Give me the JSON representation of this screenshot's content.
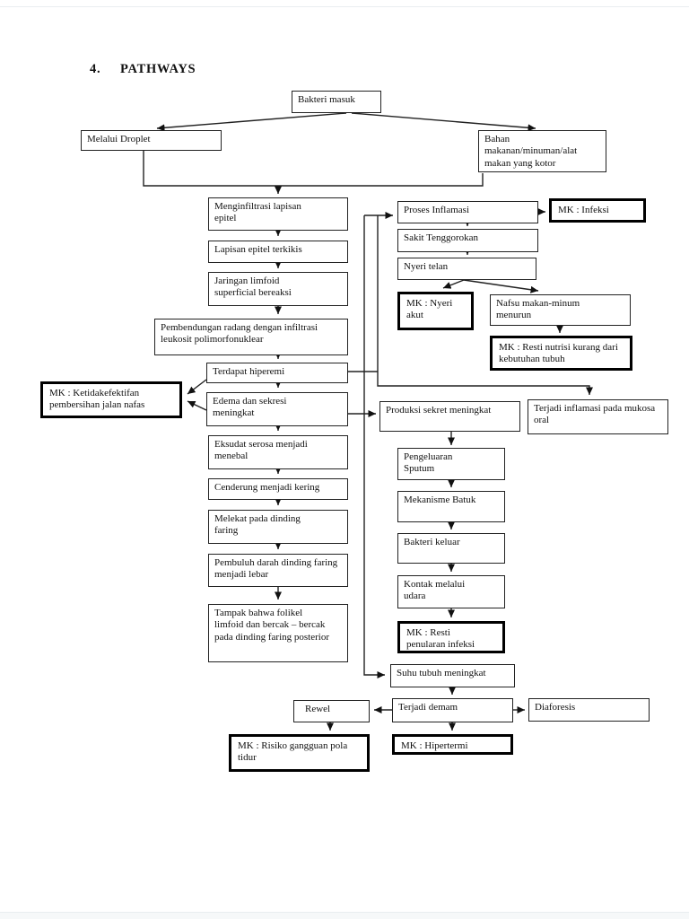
{
  "page": {
    "title_number": "4.",
    "title": "PATHWAYS"
  },
  "colors": {
    "line": "#222222",
    "box_border": "#222222",
    "mk_box_border": "#000000",
    "background": "#ffffff"
  },
  "nodes": {
    "bakteri_masuk": "Bakteri masuk",
    "melalui_droplet": "Melalui Droplet",
    "bahan_makanan": "Bahan makanan/minuman/alat makan yang kotor",
    "menginfiltrasi": "Menginfiltrasi lapisan epitel",
    "lapisan_epitel": "Lapisan epitel terkikis",
    "jaringan_limfoid": "Jaringan limfoid superficial bereaksi",
    "pembendungan": "Pembendungan radang dengan infiltrasi leukosit polimorfonuklear",
    "terdapat_hiperemi": "Terdapat hiperemi",
    "edema_sekresi": "Edema dan sekresi meningkat",
    "mk_jalan_nafas": "MK : Ketidakefektifan pembersihan jalan nafas",
    "eksudat": "Eksudat serosa menjadi menebal",
    "cenderung": "Cenderung menjadi kering",
    "melekat": "Melekat pada dinding faring",
    "pembuluh": "Pembuluh darah dinding faring menjadi lebar",
    "tampak_folikel": "Tampak bahwa folikel limfoid dan bercak – bercak pada dinding faring posterior",
    "proses_inflamasi": "Proses Inflamasi",
    "mk_infeksi": "MK : Infeksi",
    "sakit_tenggorokan": "Sakit Tenggorokan",
    "nyeri_telan": "Nyeri telan",
    "mk_nyeri_akut": "MK : Nyeri akut",
    "nafsu_makan": "Nafsu makan-minum menurun",
    "mk_resti_nutrisi": "MK : Resti nutrisi kurang dari kebutuhan tubuh",
    "produksi_sekret": "Produksi sekret meningkat",
    "terjadi_inflamasi": "Terjadi inflamasi pada mukosa oral",
    "pengeluaran_sputum": "Pengeluaran Sputum",
    "mekanisme_batuk": "Mekanisme Batuk",
    "bakteri_keluar": "Bakteri keluar",
    "kontak_udara": "Kontak melalui udara",
    "mk_resti_penularan": "MK : Resti penularan infeksi",
    "suhu_tubuh": "Suhu tubuh meningkat",
    "rewel": "Rewel",
    "terjadi_demam": "Terjadi demam",
    "diaforesis": "Diaforesis",
    "mk_risiko_tidur": "MK : Risiko gangguan pola tidur",
    "mk_hipertermi": "MK : Hipertermi"
  },
  "edges": [
    [
      "bakteri_masuk",
      "melalui_droplet"
    ],
    [
      "bakteri_masuk",
      "bahan_makanan"
    ],
    [
      "melalui_droplet",
      "menginfiltrasi"
    ],
    [
      "bahan_makanan",
      "menginfiltrasi"
    ],
    [
      "menginfiltrasi",
      "lapisan_epitel"
    ],
    [
      "lapisan_epitel",
      "jaringan_limfoid"
    ],
    [
      "jaringan_limfoid",
      "pembendungan"
    ],
    [
      "pembendungan",
      "terdapat_hiperemi"
    ],
    [
      "terdapat_hiperemi",
      "edema_sekresi"
    ],
    [
      "terdapat_hiperemi",
      "mk_jalan_nafas"
    ],
    [
      "edema_sekresi",
      "mk_jalan_nafas"
    ],
    [
      "terdapat_hiperemi",
      "proses_inflamasi"
    ],
    [
      "terdapat_hiperemi",
      "terjadi_inflamasi"
    ],
    [
      "terdapat_hiperemi",
      "suhu_tubuh"
    ],
    [
      "edema_sekresi",
      "produksi_sekret"
    ],
    [
      "edema_sekresi",
      "eksudat"
    ],
    [
      "eksudat",
      "cenderung"
    ],
    [
      "cenderung",
      "melekat"
    ],
    [
      "melekat",
      "pembuluh"
    ],
    [
      "pembuluh",
      "tampak_folikel"
    ],
    [
      "proses_inflamasi",
      "mk_infeksi"
    ],
    [
      "proses_inflamasi",
      "sakit_tenggorokan"
    ],
    [
      "sakit_tenggorokan",
      "nyeri_telan"
    ],
    [
      "nyeri_telan",
      "mk_nyeri_akut"
    ],
    [
      "nyeri_telan",
      "nafsu_makan"
    ],
    [
      "nafsu_makan",
      "mk_resti_nutrisi"
    ],
    [
      "produksi_sekret",
      "pengeluaran_sputum"
    ],
    [
      "pengeluaran_sputum",
      "mekanisme_batuk"
    ],
    [
      "mekanisme_batuk",
      "bakteri_keluar"
    ],
    [
      "bakteri_keluar",
      "kontak_udara"
    ],
    [
      "kontak_udara",
      "mk_resti_penularan"
    ],
    [
      "suhu_tubuh",
      "terjadi_demam"
    ],
    [
      "terjadi_demam",
      "rewel"
    ],
    [
      "terjadi_demam",
      "diaforesis"
    ],
    [
      "terjadi_demam",
      "mk_hipertermi"
    ],
    [
      "rewel",
      "mk_risiko_tidur"
    ]
  ]
}
